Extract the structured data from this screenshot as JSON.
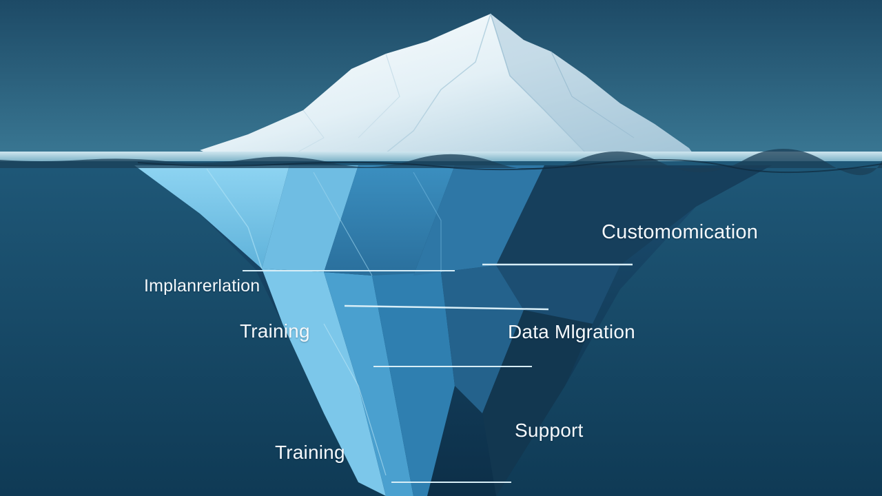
{
  "labels": {
    "customization": "Customomication",
    "implementation": "Implanrerlation",
    "training_upper": "Training",
    "data_migration": "Data Mlgration",
    "support": "Support",
    "training_lower": "Training"
  },
  "colors": {
    "sky_top": "#1d4a66",
    "sky_bottom": "#3a7894",
    "water_top": "#1f5878",
    "water_bottom": "#0f3a55",
    "ice_light": "#f2f8fb",
    "ice_underwater_light": "#8fd2f0",
    "ice_underwater_dark": "#0e3550",
    "text": "#f4f8fb"
  }
}
